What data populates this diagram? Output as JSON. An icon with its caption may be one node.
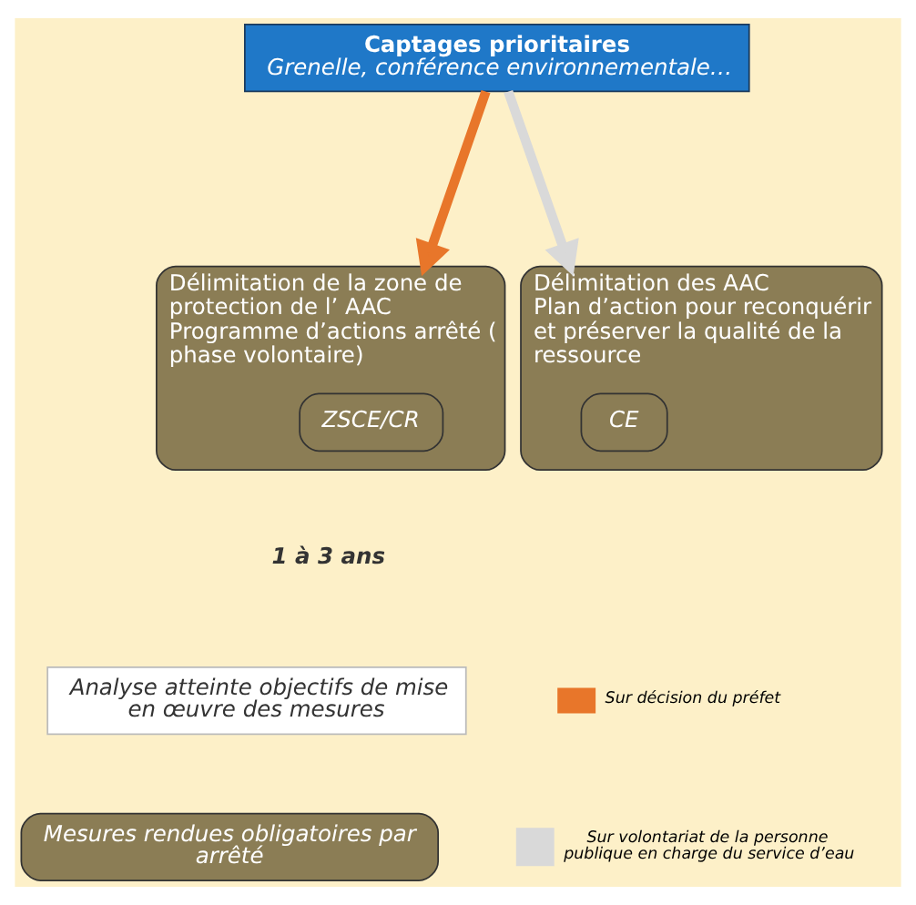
{
  "diagram": {
    "nodes": [
      {
        "text": [
          "Captages prioritaires",
          "Grenelle, conférence environnementale…"
        ]
      },
      {
        "text": [
          "Délimitation de la zone de protection de l’ AAC",
          "Programme d’actions arrêté ( phase volontaire)"
        ]
      },
      {
        "text": [
          "ZSCE/CR"
        ],
        "in": 1
      },
      {
        "text": [
          "Délimitation des AAC",
          "Plan d’action pour reconquérir et préserver la qualité de la ressource"
        ]
      },
      {
        "text": [
          "CE"
        ],
        "in": 3
      },
      {
        "text": [
          "Analyse atteinte objectifs de mise en œuvre des mesures"
        ]
      },
      {
        "text": [
          "Mesures rendues obligatoires par arrêté"
        ]
      }
    ],
    "edges": [
      {
        "from": 0,
        "to": 1,
        "arrow": "to",
        "color": "#e8762a"
      },
      {
        "from": 0,
        "to": 3,
        "arrow": "to",
        "color": "#d9d9d9"
      }
    ],
    "labels": [
      "1 à 3 ans"
    ],
    "legend": [
      {
        "text": "Sur décision du préfet",
        "color": "#e8762a"
      },
      {
        "text": "Sur volontariat de la personne publique en charge du service d’eau",
        "color": "#d9d9d9"
      }
    ]
  }
}
